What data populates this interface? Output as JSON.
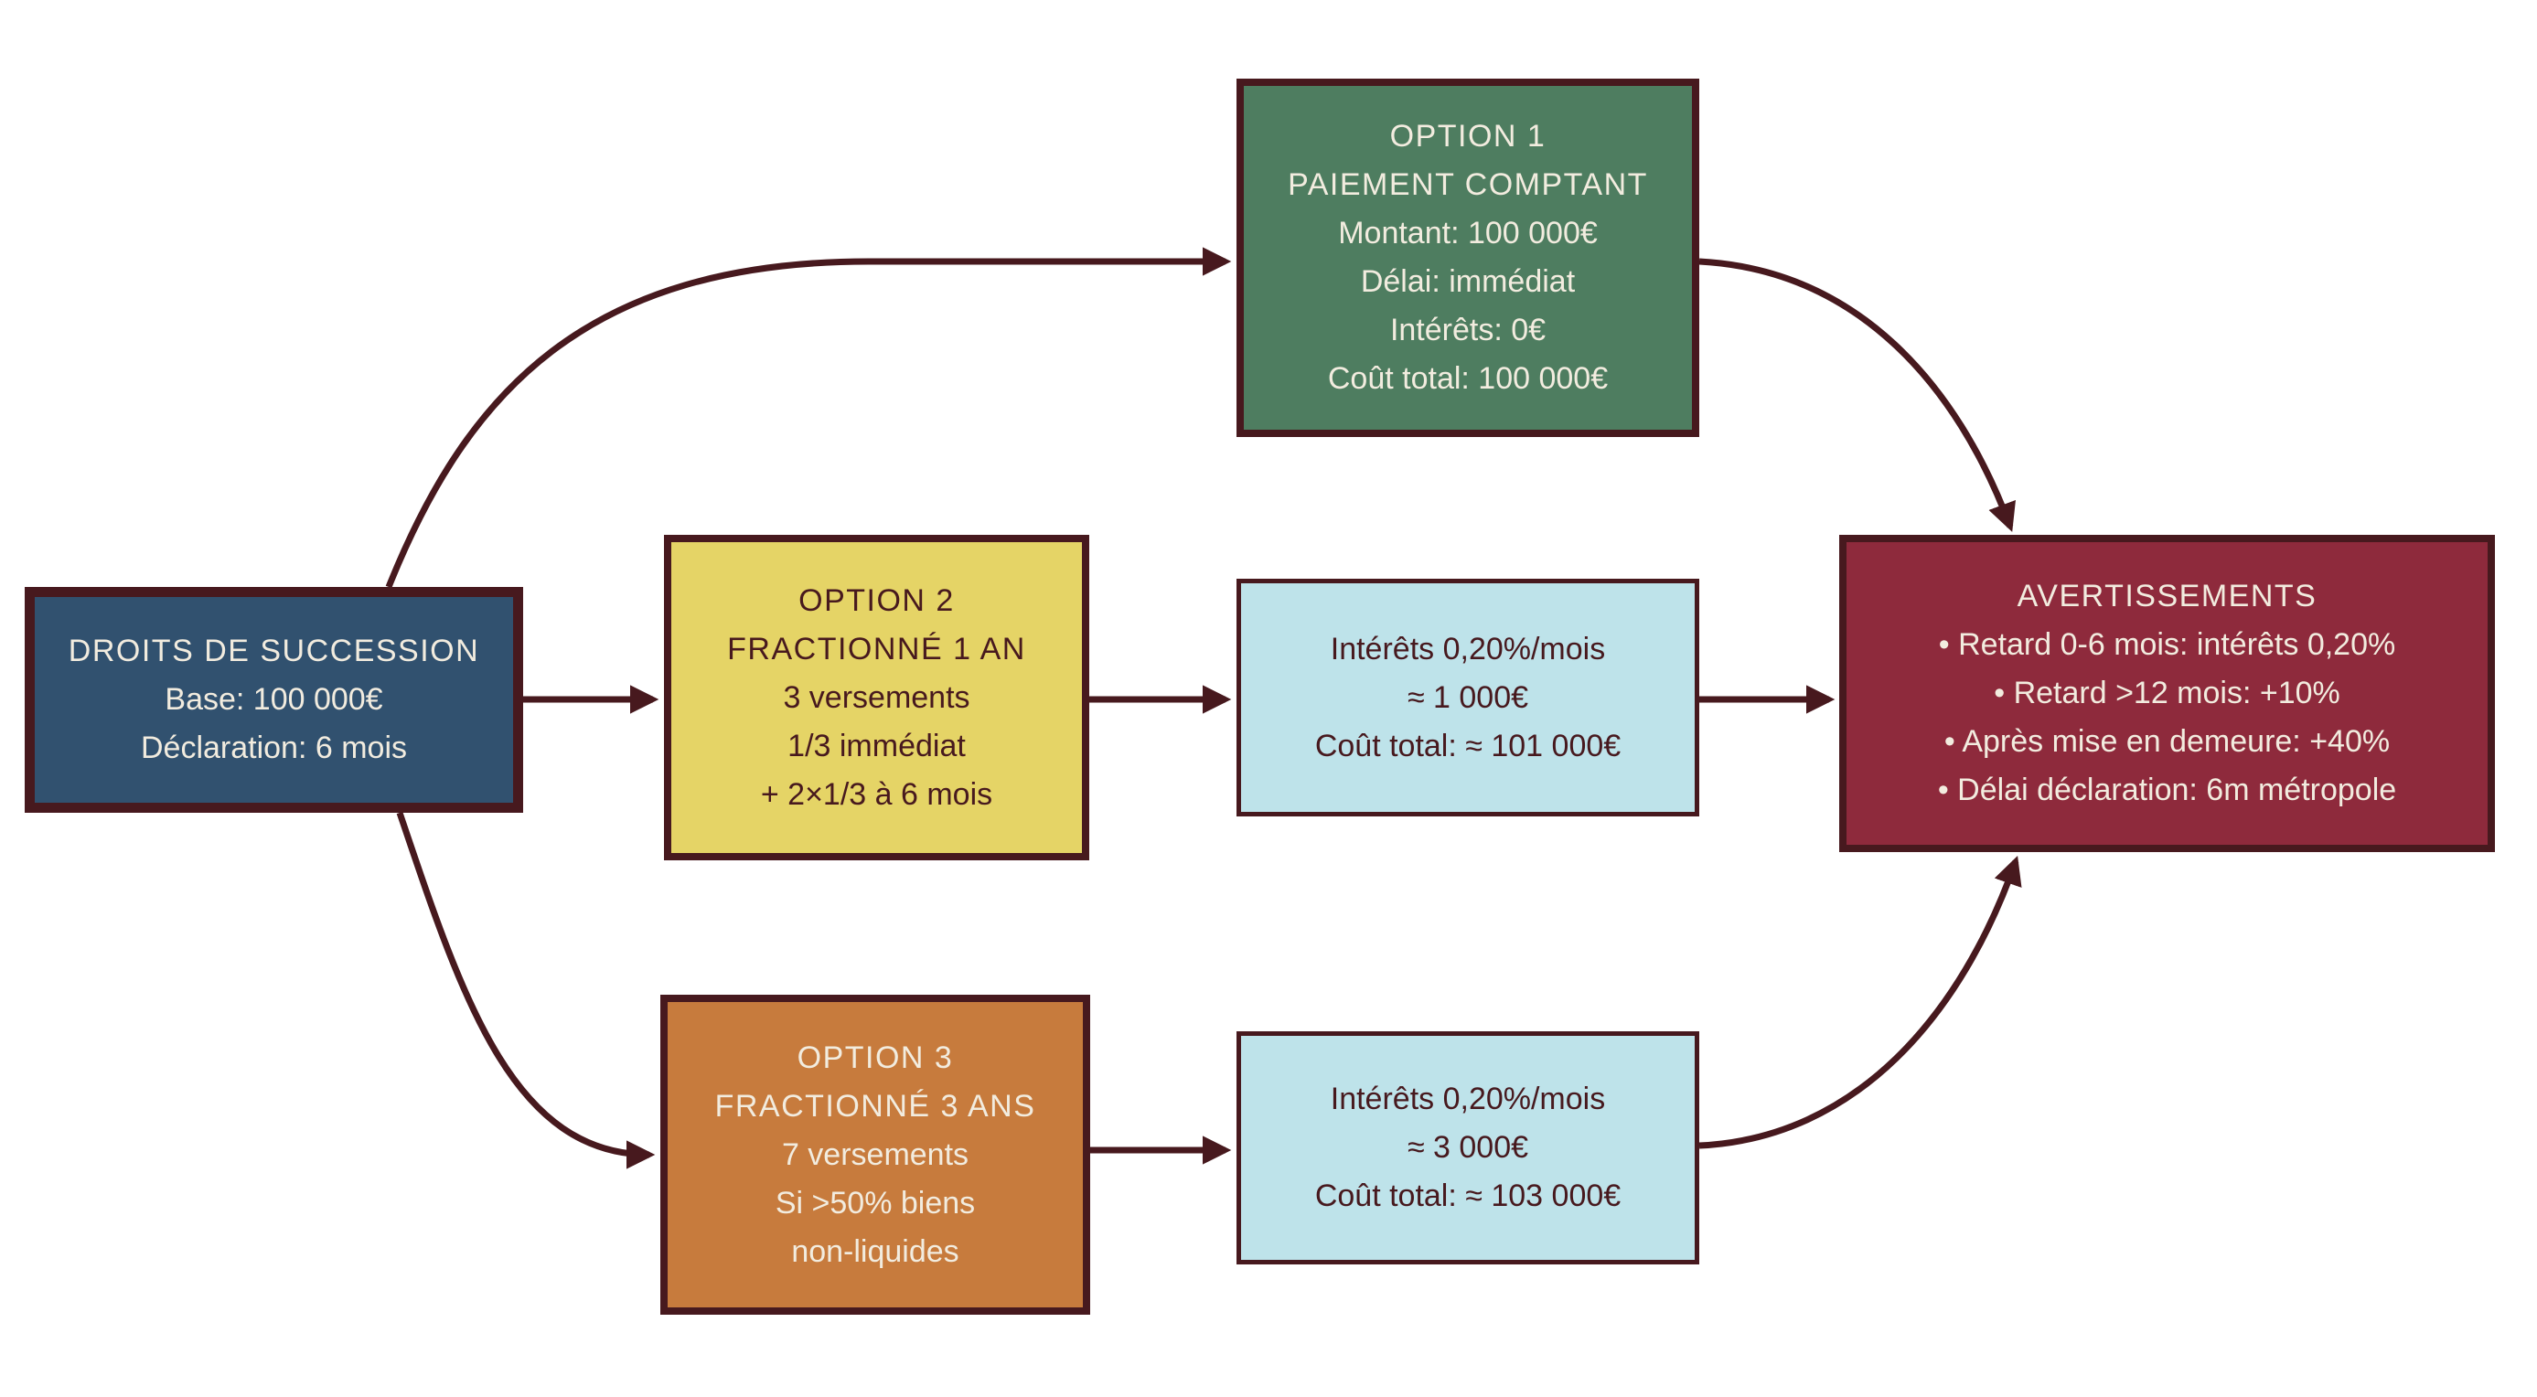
{
  "colors": {
    "arrow": "#47191e",
    "cream": "#f2ecdf",
    "ink": "#47191e",
    "bg": "#ffffff",
    "source-fill": "#31516f",
    "green-fill": "#4e7d60",
    "yellow-fill": "#e5d466",
    "orange-fill": "#c77b3d",
    "blue-fill": "#bee3ea",
    "maroon-fill": "#8e2a3c"
  },
  "diagram": {
    "source": {
      "title": "DROITS DE SUCCESSION",
      "lines": [
        "Base: 100 000€",
        "Déclaration: 6 mois"
      ]
    },
    "option1": {
      "title": "OPTION 1",
      "subtitle": "PAIEMENT COMPTANT",
      "lines": [
        "Montant: 100 000€",
        "Délai: immédiat",
        "Intérêts: 0€",
        "Coût total: 100 000€"
      ]
    },
    "option2": {
      "title": "OPTION 2",
      "subtitle": "FRACTIONNÉ 1 AN",
      "lines": [
        "3 versements",
        "1/3 immédiat",
        "+ 2×1/3 à 6 mois"
      ]
    },
    "option3": {
      "title": "OPTION 3",
      "subtitle": "FRACTIONNÉ 3 ANS",
      "lines": [
        "7 versements",
        "Si >50% biens",
        "non-liquides"
      ]
    },
    "interest1": {
      "lines": [
        "Intérêts 0,20%/mois",
        "≈ 1 000€",
        "Coût total: ≈ 101 000€"
      ]
    },
    "interest2": {
      "lines": [
        "Intérêts 0,20%/mois",
        "≈ 3 000€",
        "Coût total: ≈ 103 000€"
      ]
    },
    "warnings": {
      "title": "AVERTISSEMENTS",
      "items": [
        "• Retard 0-6 mois: intérêts 0,20%",
        "• Retard >12 mois: +10%",
        "• Après mise en demeure: +40%",
        "• Délai déclaration: 6m métropole"
      ]
    }
  }
}
